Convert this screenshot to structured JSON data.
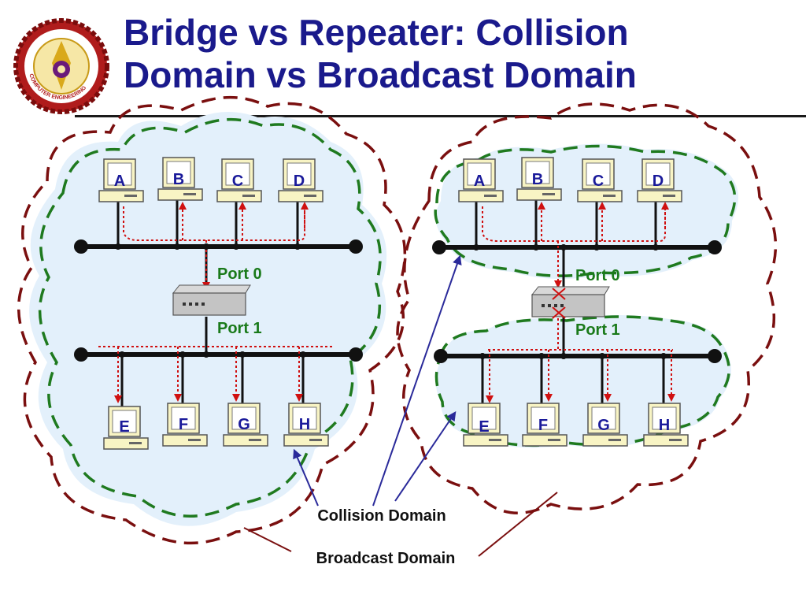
{
  "title": {
    "line1": "Bridge vs Repeater: Collision",
    "line2": "Domain vs Broadcast Domain"
  },
  "logo": {
    "ring_text": "COMPUTER ENGINEERING"
  },
  "left_network": {
    "top_hosts": [
      "A",
      "B",
      "C",
      "D"
    ],
    "bottom_hosts": [
      "E",
      "F",
      "G",
      "H"
    ],
    "port0_label": "Port 0",
    "port1_label": "Port 1"
  },
  "right_network": {
    "top_hosts": [
      "A",
      "B",
      "C",
      "D"
    ],
    "bottom_hosts": [
      "E",
      "F",
      "G",
      "H"
    ],
    "port0_label": "Port 0",
    "port1_label": "Port 1"
  },
  "labels": {
    "collision_domain": "Collision Domain",
    "broadcast_domain": "Broadcast Domain"
  },
  "colors": {
    "title": "#1a1a8c",
    "collision_outline": "#1f7a1f",
    "broadcast_outline": "#7a0f0f",
    "cloud_fill": "#e3f0fb",
    "signal": "#d01010",
    "host_label": "#1a1a9a",
    "pointer_blue": "#2a2a9a",
    "pointer_red": "#7a0f0f"
  }
}
